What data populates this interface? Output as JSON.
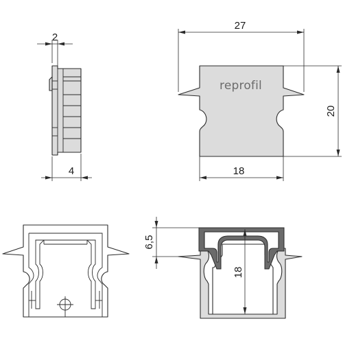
{
  "brand_logo": "reprofil",
  "views": {
    "side": {
      "dim_top": "2",
      "dim_bottom": "4"
    },
    "front": {
      "dim_width": "27",
      "dim_height": "20",
      "dim_bottom": "18"
    },
    "rear": {},
    "section": {
      "dim_cap": "6,5",
      "dim_depth": "18"
    }
  },
  "colors": {
    "part_fill": "#dcdcdc",
    "cap_fill": "#6b6b6b",
    "line": "#2a2a2a"
  }
}
